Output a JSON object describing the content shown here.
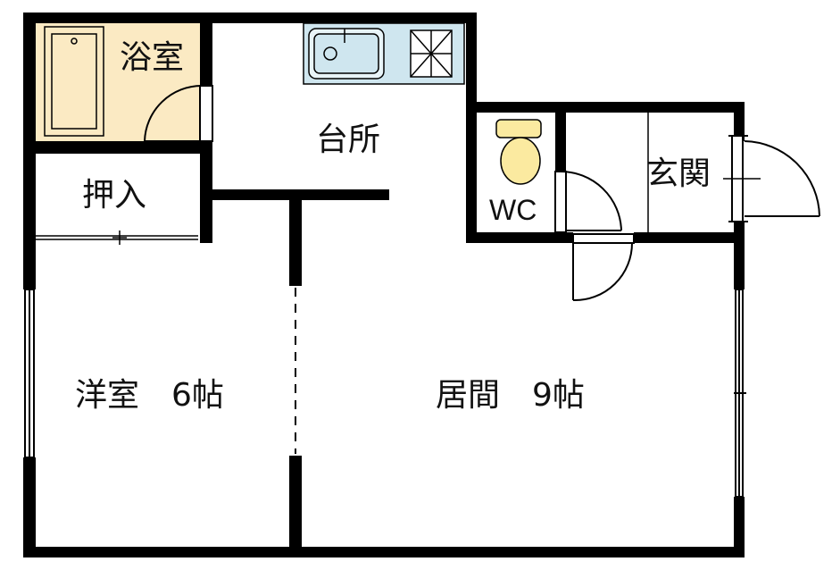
{
  "floorplan": {
    "rooms": {
      "bathroom": "浴室",
      "kitchen": "台所",
      "closet": "押入",
      "toilet": "WC",
      "entrance": "玄関",
      "western_room": "洋室　6帖",
      "living_room": "居間　9帖"
    },
    "colors": {
      "wall": "#000000",
      "bathroom_floor": "#fbeac3",
      "toilet_bowl": "#fbeaa0",
      "sink": "#cfe6ef",
      "background": "#ffffff"
    }
  }
}
